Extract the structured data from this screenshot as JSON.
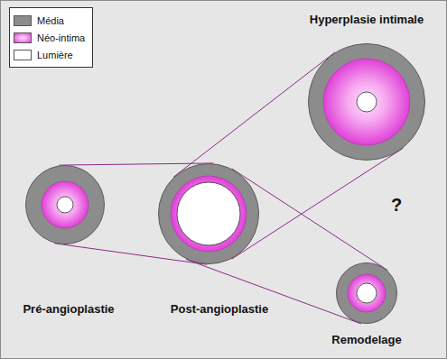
{
  "diagram": {
    "nodes": [
      {
        "text": [
          "Pré-angioplastie"
        ]
      },
      {
        "text": [
          "Post-angioplastie"
        ]
      },
      {
        "text": [
          "Hyperplasie intimale"
        ]
      },
      {
        "text": [
          "Remodelage"
        ]
      }
    ],
    "edges": [
      {
        "from": 0,
        "to": 1,
        "arrow": "none"
      },
      {
        "from": 1,
        "to": 2,
        "arrow": "none"
      },
      {
        "from": 1,
        "to": 3,
        "arrow": "none"
      }
    ],
    "labels": [
      "?"
    ],
    "legend": [
      {
        "text": "Média",
        "color": "#8c8c8c"
      },
      {
        "text": "Néo-intima",
        "color": "#e040d8"
      },
      {
        "text": "Lumière",
        "color": "#ffffff"
      }
    ]
  }
}
